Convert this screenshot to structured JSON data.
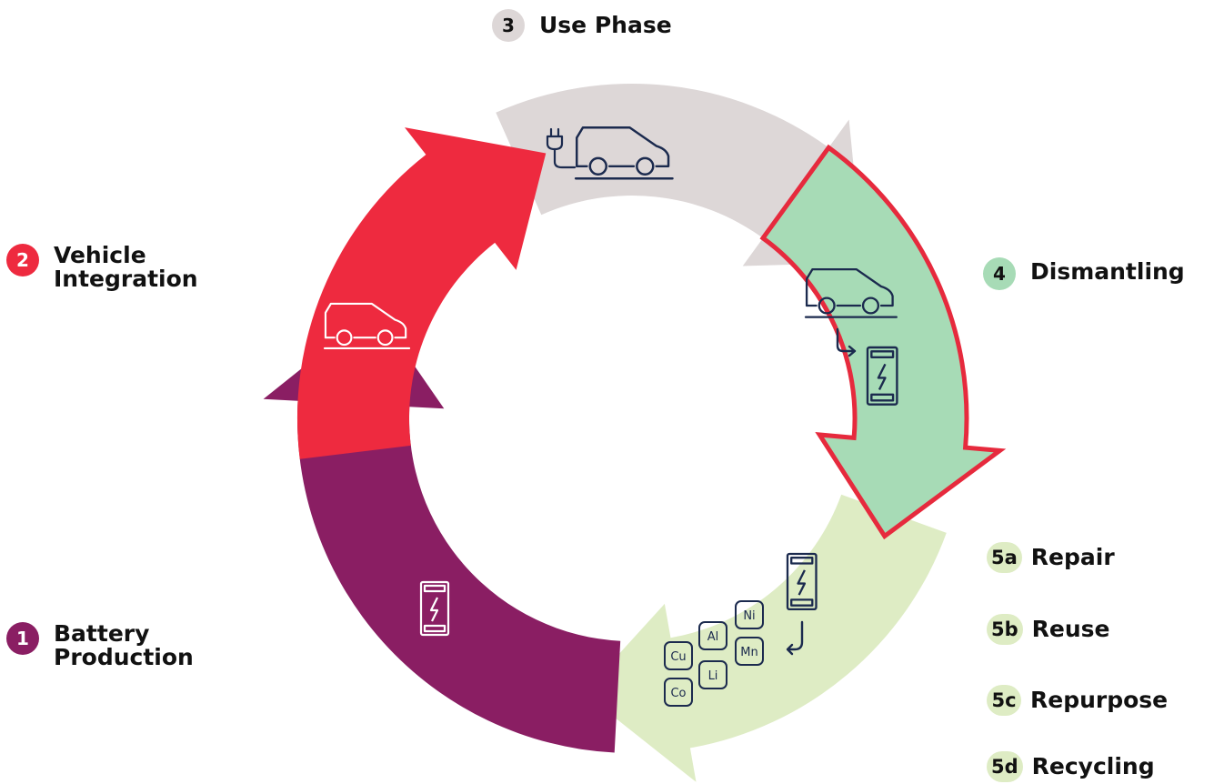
{
  "stages": [
    {
      "number": "1",
      "label": "Battery\nProduction",
      "badge_color": "#8a1e63",
      "badge_text_color": "#ffffff"
    },
    {
      "number": "2",
      "label": "Vehicle\nIntegration",
      "badge_color": "#ee2a3f",
      "badge_text_color": "#ffffff"
    },
    {
      "number": "3",
      "label": "Use Phase",
      "badge_color": "#ddd7d7",
      "badge_text_color": "#111111"
    },
    {
      "number": "4",
      "label": "Dismantling",
      "badge_color": "#a7dbb6",
      "badge_text_color": "#111111"
    }
  ],
  "end_of_life": [
    {
      "code": "5a",
      "label": "Repair"
    },
    {
      "code": "5b",
      "label": "Reuse"
    },
    {
      "code": "5c",
      "label": "Repurpose"
    },
    {
      "code": "5d",
      "label": "Recycling"
    }
  ],
  "end_of_life_badge_color": "#deecc4",
  "elements": [
    "Ni",
    "Al",
    "Mn",
    "Cu",
    "Li",
    "Co"
  ],
  "colors": {
    "production": "#8a1e63",
    "integration": "#ee2a3f",
    "use": "#ddd7d7",
    "dismantling": "#a7dbb6",
    "dismantling_outline": "#e62a3d",
    "end_of_life": "#deecc4",
    "icon_stroke": "#1b2a4e"
  },
  "icons": [
    "battery-icon",
    "car-icon",
    "charging-car-icon",
    "dismantle-icon",
    "materials-icon"
  ]
}
